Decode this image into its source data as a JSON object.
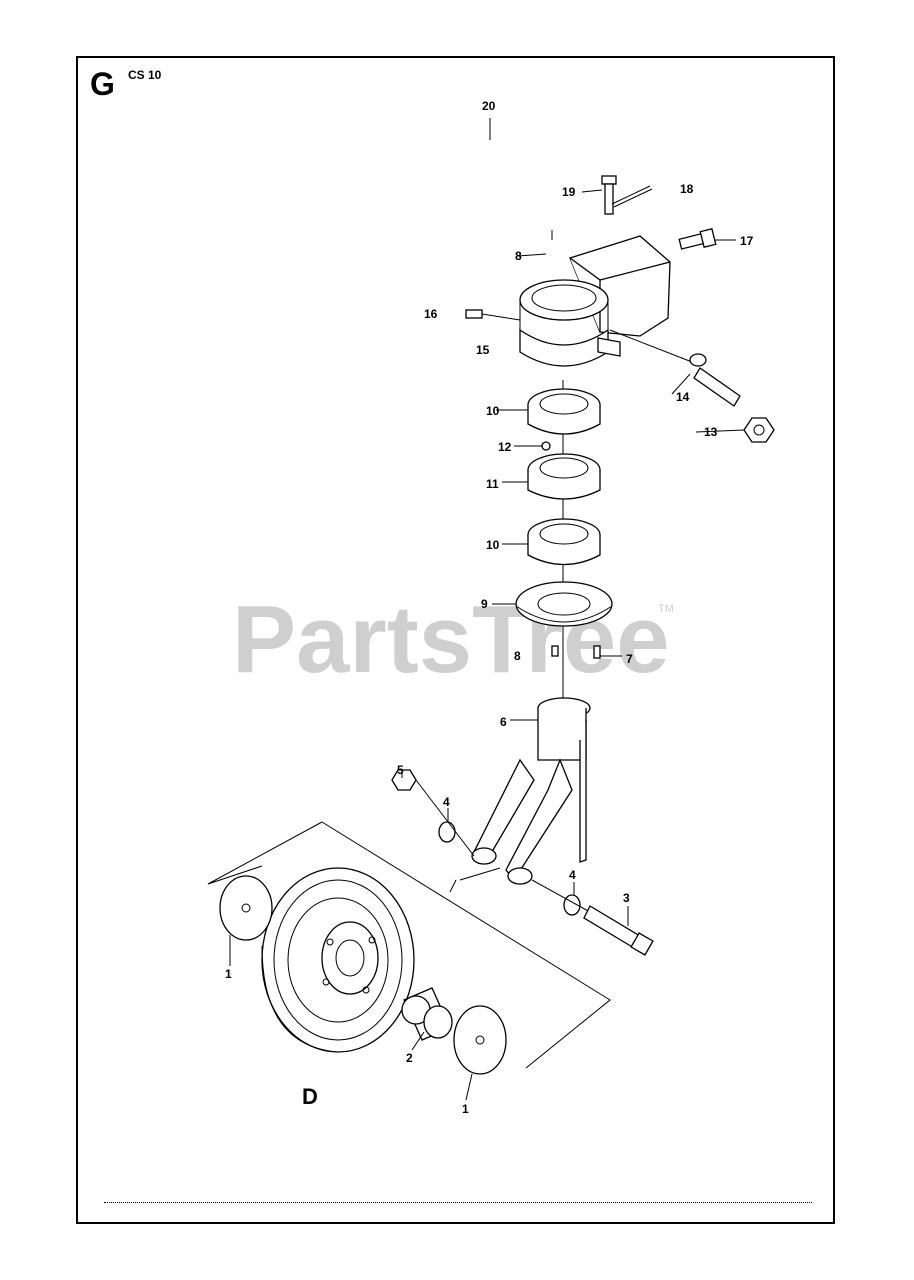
{
  "section_letter": "G",
  "model": "CS 10",
  "subassembly_letter": "D",
  "watermark": "PartsTree",
  "watermark_mark": "TM",
  "callouts": [
    {
      "id": "c20",
      "label": "20"
    },
    {
      "id": "c19",
      "label": "19"
    },
    {
      "id": "c18",
      "label": "18"
    },
    {
      "id": "c8a",
      "label": "8"
    },
    {
      "id": "c17",
      "label": "17"
    },
    {
      "id": "c16",
      "label": "16"
    },
    {
      "id": "c15",
      "label": "15"
    },
    {
      "id": "c14",
      "label": "14"
    },
    {
      "id": "c13",
      "label": "13"
    },
    {
      "id": "c10a",
      "label": "10"
    },
    {
      "id": "c12",
      "label": "12"
    },
    {
      "id": "c11",
      "label": "11"
    },
    {
      "id": "c10b",
      "label": "10"
    },
    {
      "id": "c9",
      "label": "9"
    },
    {
      "id": "c8b",
      "label": "8"
    },
    {
      "id": "c7",
      "label": "7"
    },
    {
      "id": "c6",
      "label": "6"
    },
    {
      "id": "c5",
      "label": "5"
    },
    {
      "id": "c4a",
      "label": "4"
    },
    {
      "id": "c4b",
      "label": "4"
    },
    {
      "id": "c3",
      "label": "3"
    },
    {
      "id": "c1a",
      "label": "1"
    },
    {
      "id": "c2",
      "label": "2"
    },
    {
      "id": "c1b",
      "label": "1"
    }
  ]
}
